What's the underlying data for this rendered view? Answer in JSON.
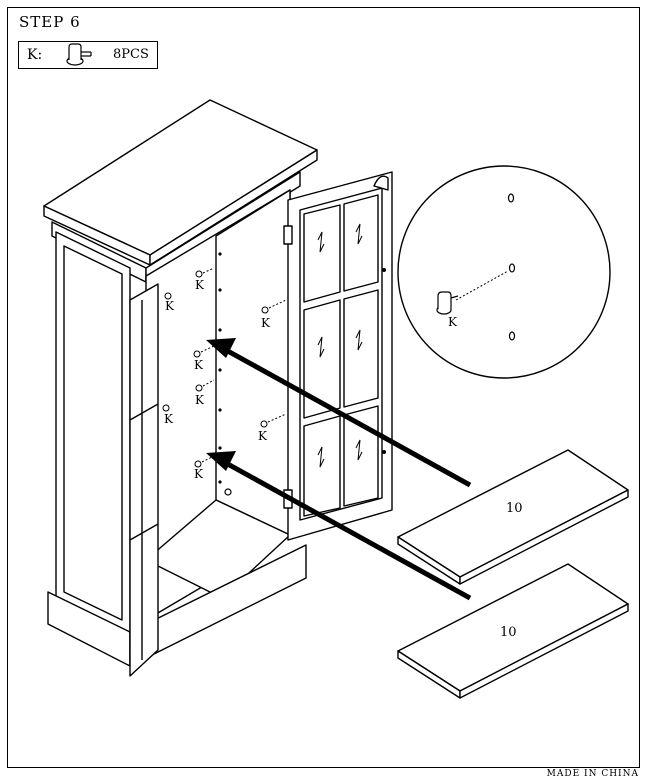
{
  "step": {
    "title": "STEP 6"
  },
  "parts": {
    "letter": "K:",
    "quantity": "8PCS",
    "icon": "shelf-pin-icon"
  },
  "callouts": {
    "part_label": "K"
  },
  "shelves": [
    {
      "label": "10"
    },
    {
      "label": "10"
    }
  ],
  "footer": {
    "text": "MADE IN CHINA"
  }
}
